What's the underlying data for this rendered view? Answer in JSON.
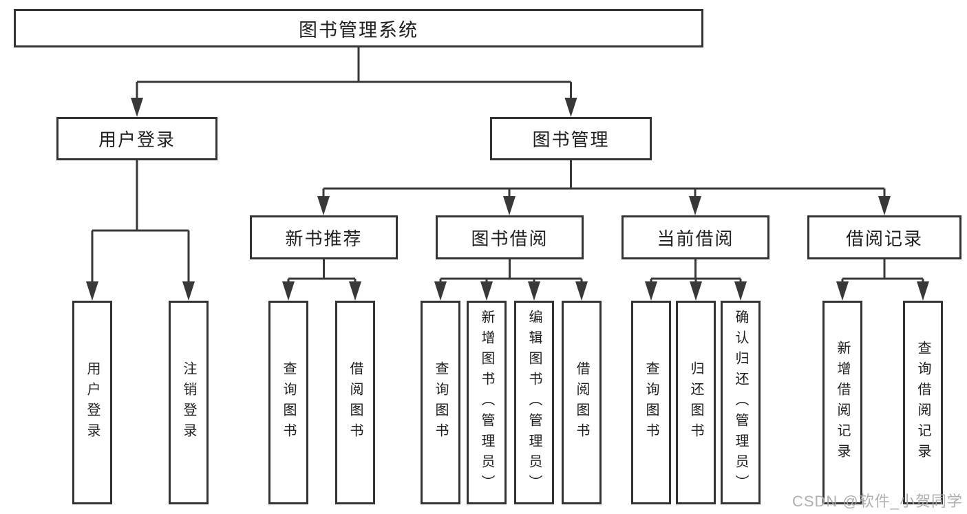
{
  "root": {
    "label": "图书管理系统"
  },
  "branches": [
    {
      "label": "用户登录",
      "children": [
        {
          "label": "用户登录"
        },
        {
          "label": "注销登录"
        }
      ]
    },
    {
      "label": "图书管理",
      "children": [
        {
          "label": "新书推荐",
          "children": [
            {
              "label": "查询图书"
            },
            {
              "label": "借阅图书"
            }
          ]
        },
        {
          "label": "图书借阅",
          "children": [
            {
              "label": "查询图书"
            },
            {
              "label": "新增图书（管理员）"
            },
            {
              "label": "编辑图书（管理员）"
            },
            {
              "label": "借阅图书"
            }
          ]
        },
        {
          "label": "当前借阅",
          "children": [
            {
              "label": "查询图书"
            },
            {
              "label": "归还图书"
            },
            {
              "label": "确认归还（管理员）"
            }
          ]
        },
        {
          "label": "借阅记录",
          "children": [
            {
              "label": "新增借阅记录"
            },
            {
              "label": "查询借阅记录"
            }
          ]
        }
      ]
    }
  ],
  "watermark": "CSDN @软件_小贺同学",
  "colors": {
    "line": "#383838",
    "border": "#333333",
    "text": "#1f1f1f",
    "watermark": "#a8a8a8"
  }
}
